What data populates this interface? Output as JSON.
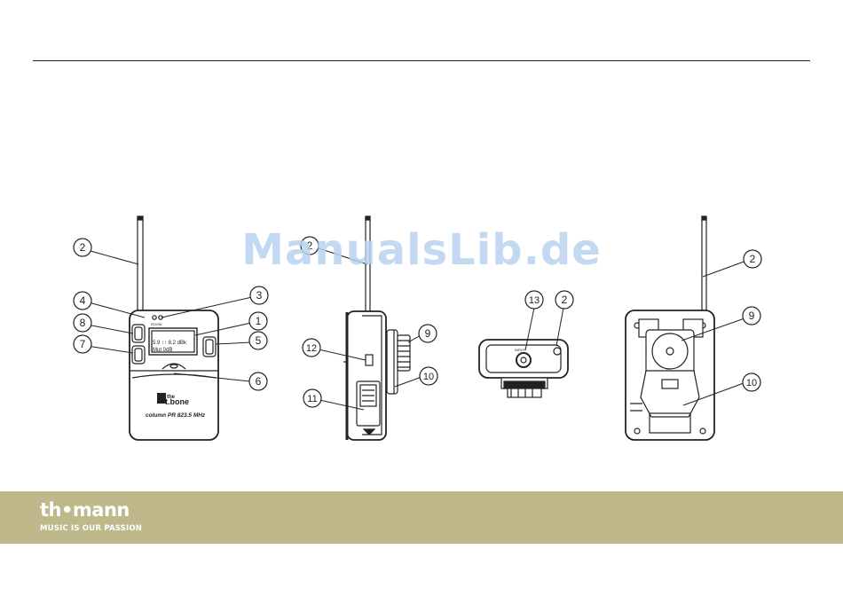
{
  "watermark": "ManualsLib.de",
  "footer": {
    "brand": "th•mann",
    "slogan": "MUSIC IS OUR PASSION"
  },
  "device": {
    "logo_the": "the",
    "logo_tbone": "t.bone",
    "model": "column PR 823.5 MHz",
    "screen_line1": "5.9 ↑↑ 8.2 dBk",
    "screen_line2": "Mut 0dB",
    "label_room": "ROOM",
    "label_input": "INPUT",
    "label_mute": "MUTE"
  },
  "callouts": [
    "1",
    "2",
    "3",
    "4",
    "5",
    "6",
    "7",
    "8",
    "9",
    "10",
    "11",
    "12",
    "13"
  ]
}
